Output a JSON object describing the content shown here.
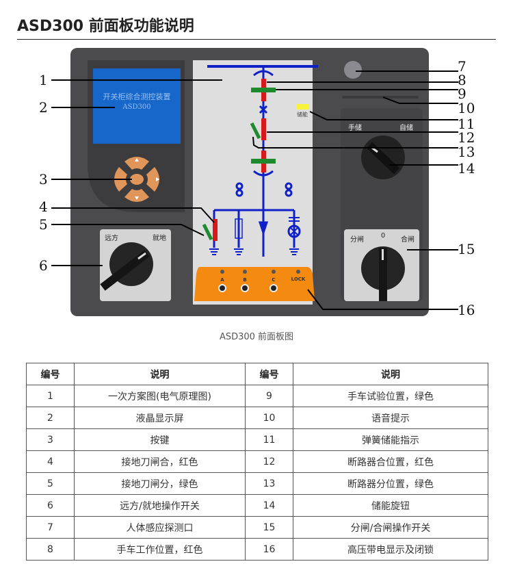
{
  "title": "ASD300 前面板功能说明",
  "caption": "ASD300 前面板图",
  "panel": {
    "lcd_line1": "开关柜综合测控装置",
    "lcd_line2": "ASD300",
    "storage_led": "储能",
    "knob14_left": "手储",
    "knob14_right": "自储",
    "switch15_left": "分闸",
    "switch15_mid": "0",
    "switch15_right": "合闸",
    "switch6_left": "远方",
    "switch6_right": "就地",
    "phase_a": "A",
    "phase_b": "B",
    "phase_c": "C",
    "lock": "LOCK"
  },
  "callouts": [
    "1",
    "2",
    "3",
    "4",
    "5",
    "6",
    "7",
    "8",
    "9",
    "10",
    "11",
    "12",
    "13",
    "14",
    "15",
    "16"
  ],
  "table": {
    "headers": [
      "编号",
      "说明",
      "编号",
      "说明"
    ],
    "rows": [
      [
        "1",
        "一次方案图(电气原理图)",
        "9",
        "手车试验位置，绿色"
      ],
      [
        "2",
        "液晶显示屏",
        "10",
        "语音提示"
      ],
      [
        "3",
        "按键",
        "11",
        "弹簧储能指示"
      ],
      [
        "4",
        "接地刀闸合，红色",
        "12",
        "断路器合位置，红色"
      ],
      [
        "5",
        "接地刀闸分，绿色",
        "13",
        "断路器分位置，绿色"
      ],
      [
        "6",
        "远方/就地操作开关",
        "14",
        "储能旋钮"
      ],
      [
        "7",
        "人体感应探测口",
        "15",
        "分闸/合闸操作开关"
      ],
      [
        "8",
        "手车工作位置，红色",
        "16",
        "高压带电显示及闭锁"
      ]
    ]
  }
}
